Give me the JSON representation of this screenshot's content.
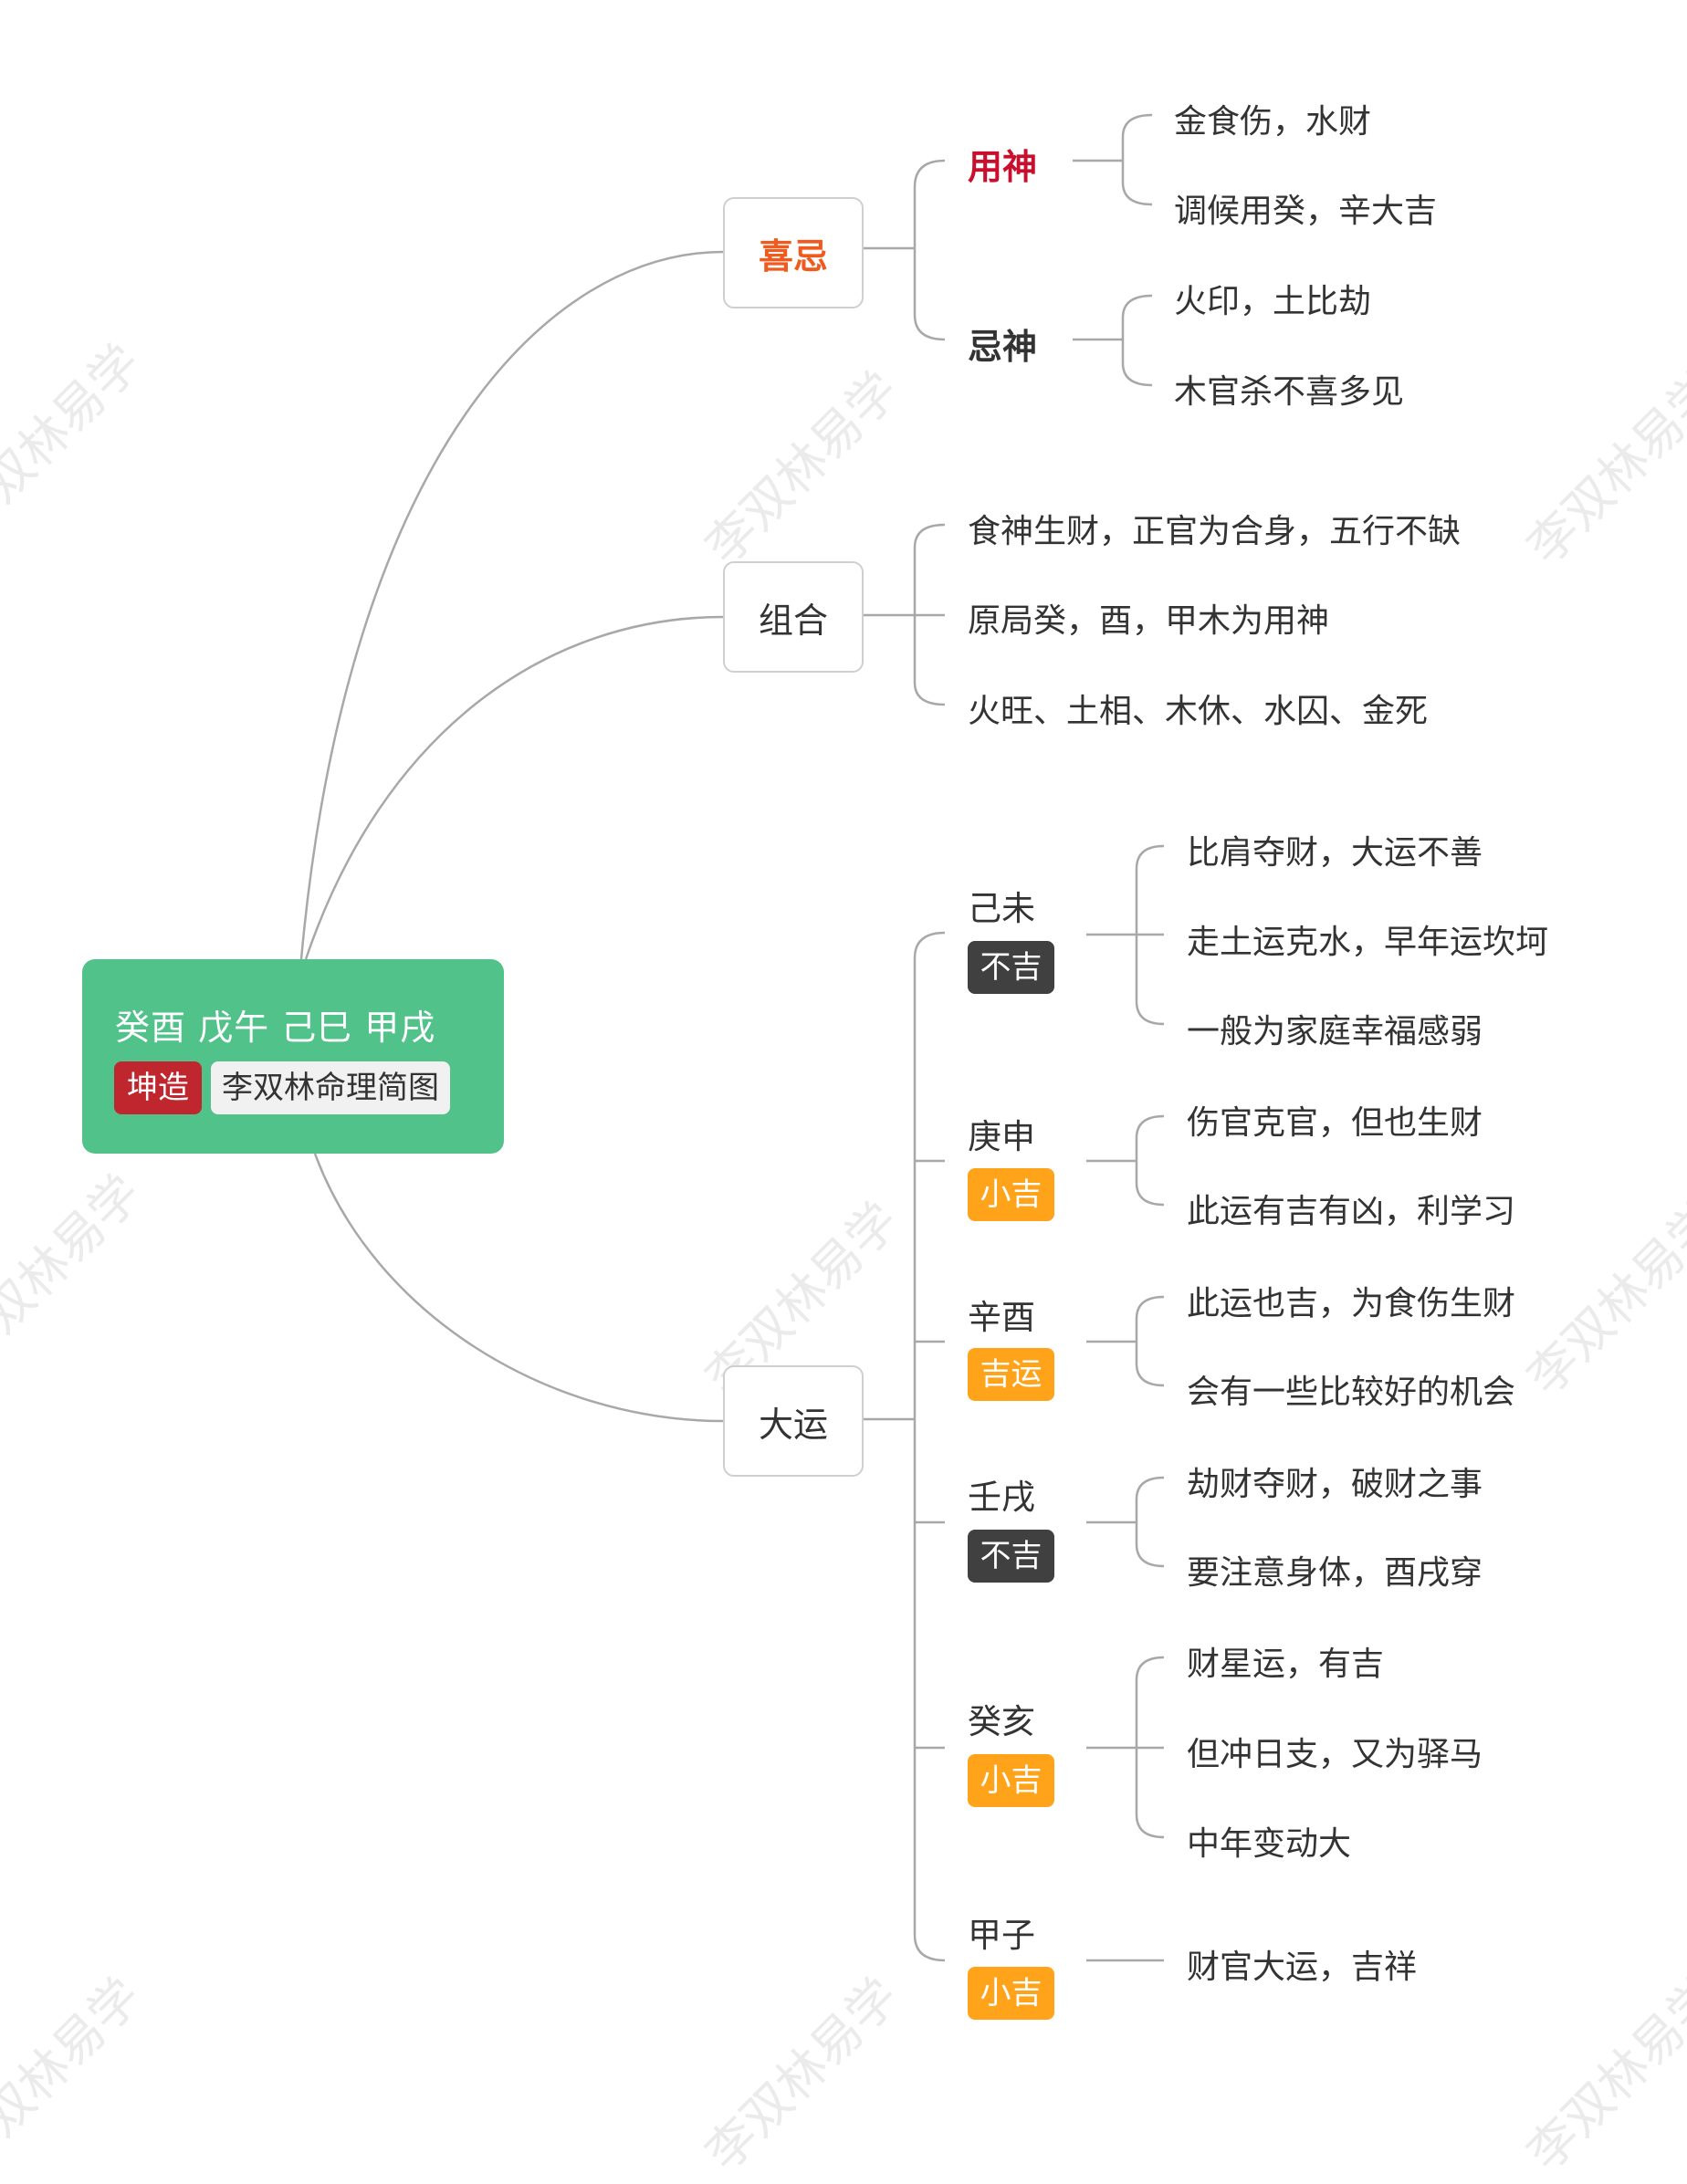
{
  "watermark": "李双林易学",
  "root": {
    "pillars": "癸酉 戊午 己巳 甲戌",
    "gender_tag": "坤造",
    "subtitle_tag": "李双林命理简图"
  },
  "xiji": {
    "label": "喜忌",
    "yongshen": {
      "label": "用神",
      "items": [
        "金食伤，水财",
        "调候用癸，辛大吉"
      ]
    },
    "jishen": {
      "label": "忌神",
      "items": [
        "火印，土比劫",
        "木官杀不喜多见"
      ]
    }
  },
  "zuhe": {
    "label": "组合",
    "items": [
      "食神生财，正官为合身，五行不缺",
      "原局癸，酉，甲木为用神",
      "火旺、土相、木休、水囚、金死"
    ]
  },
  "dayun": {
    "label": "大运",
    "periods": [
      {
        "name": "己未",
        "badge": "不吉",
        "items": [
          "比肩夺财，大运不善",
          "走土运克水，早年运坎坷",
          "一般为家庭幸福感弱"
        ]
      },
      {
        "name": "庚申",
        "badge": "小吉",
        "items": [
          "伤官克官，但也生财",
          "此运有吉有凶，利学习"
        ]
      },
      {
        "name": "辛酉",
        "badge": "吉运",
        "items": [
          "此运也吉，为食伤生财",
          "会有一些比较好的机会"
        ]
      },
      {
        "name": "壬戌",
        "badge": "不吉",
        "items": [
          "劫财夺财，破财之事",
          "要注意身体，酉戌穿"
        ]
      },
      {
        "name": "癸亥",
        "badge": "小吉",
        "items": [
          "财星运，有吉",
          "但冲日支，又为驿马",
          "中年变动大"
        ]
      },
      {
        "name": "甲子",
        "badge": "小吉",
        "items": [
          "财官大运，吉祥"
        ]
      }
    ]
  },
  "colors": {
    "root_bg": "#52c28b",
    "gender_tag_bg": "#c0262d",
    "accent_branch": "#f05a1e",
    "yongshen": "#c8102e",
    "badge_bad": "#404040",
    "badge_good": "#ffa31a",
    "connector": "#a8a8a8"
  }
}
